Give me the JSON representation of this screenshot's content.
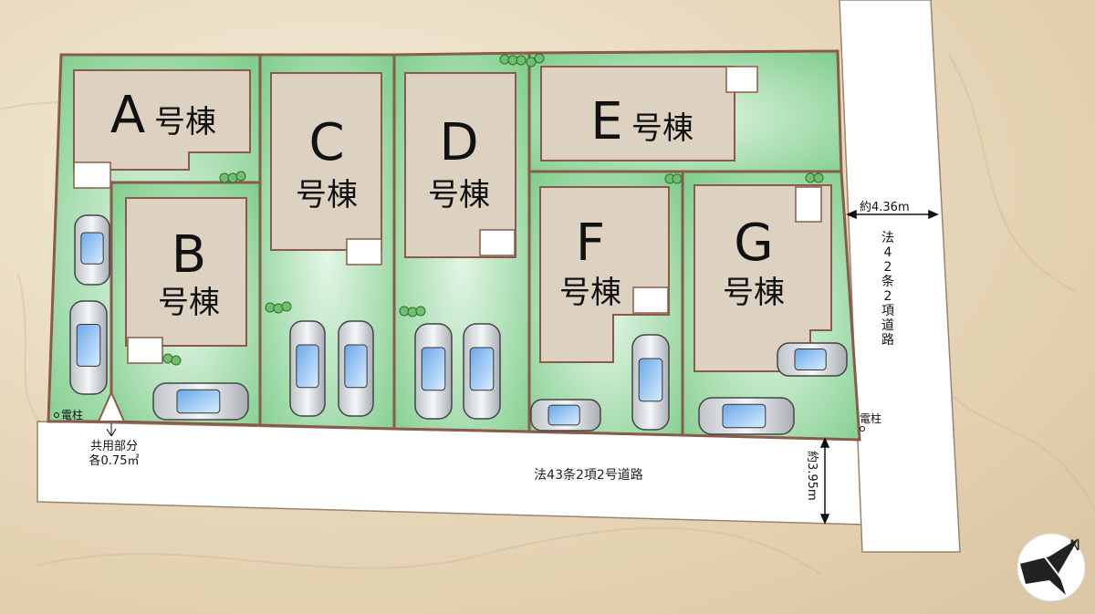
{
  "lots": [
    {
      "id": "A",
      "suffix": "号棟"
    },
    {
      "id": "B",
      "suffix": "号棟"
    },
    {
      "id": "C",
      "suffix": "号棟"
    },
    {
      "id": "D",
      "suffix": "号棟"
    },
    {
      "id": "E",
      "suffix": "号棟"
    },
    {
      "id": "F",
      "suffix": "号棟"
    },
    {
      "id": "G",
      "suffix": "号棟"
    }
  ],
  "roads": {
    "south": {
      "label": "法43条2項2号道路",
      "width_label": "約3.95m"
    },
    "east": {
      "label": "法42条2項道路",
      "width_label": "約4.36m"
    }
  },
  "poles": {
    "label": "電柱"
  },
  "shared": {
    "line1": "共用部分",
    "line2": "各0.75㎡"
  },
  "compass": {
    "label": "N"
  },
  "colors": {
    "background": "#eadfca",
    "lot_green": "#7fcf8d",
    "lot_green_light": "#c7ebcc",
    "border": "#8a5a4a",
    "house": "#ddd1c2",
    "road": "#ffffff"
  }
}
